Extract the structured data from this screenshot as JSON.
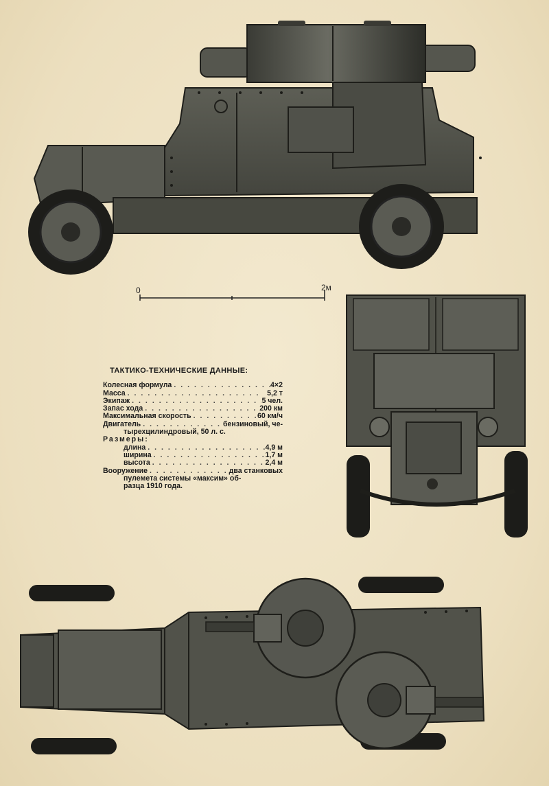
{
  "scale": {
    "start": "0",
    "end": "2м"
  },
  "specs": {
    "title": "ТАКТИКО-ТЕХНИЧЕСКИЕ ДАННЫЕ:",
    "wheel_label": "Колесная формула",
    "wheel_value": "4×2",
    "mass_label": "Масса",
    "mass_value": "5,2 т",
    "crew_label": "Экипаж",
    "crew_value": "5 чел.",
    "range_label": "Запас хода",
    "range_value": "200 км",
    "speed_label": "Максимальная скорость",
    "speed_value": "60 км/ч",
    "engine_label": "Двигатель",
    "engine_value": "бензиновый, че-",
    "engine_cont": "тырехцилиндровый, 50 л. с.",
    "dims_label": "Размеры:",
    "length_label": "длина",
    "length_value": "4,9 м",
    "width_label": "ширина",
    "width_value": "1,7 м",
    "height_label": "высота",
    "height_value": "2,4 м",
    "arm_label": "Вооружение",
    "arm_value": "два станковых",
    "arm_cont1": "пулемета системы «максим» об-",
    "arm_cont2": "разца 1910 года."
  }
}
